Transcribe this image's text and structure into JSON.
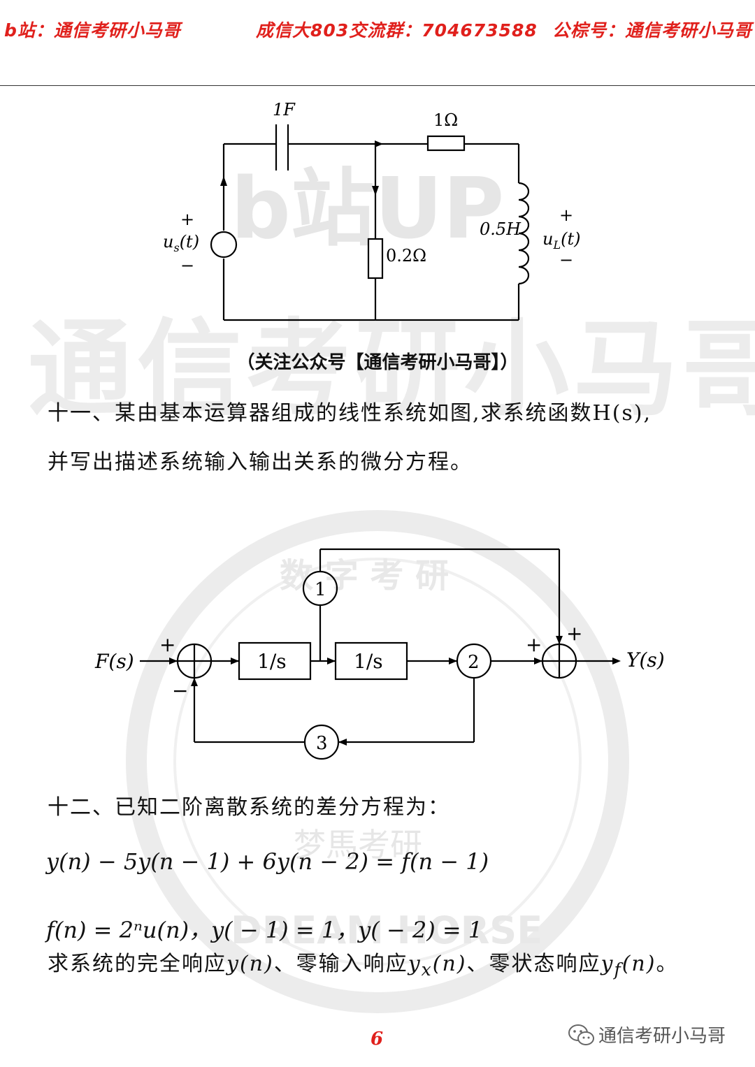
{
  "header": {
    "left": "b站：通信考研小马哥",
    "center": "成信大803交流群：704673588",
    "right": "公棕号：通信考研小马哥"
  },
  "watermark": {
    "line1": "b站UP",
    "line2": "通信考研小马哥",
    "seal_top": "数 字 考 研",
    "seal_bottom": "DREAM HORSE",
    "seal_center": "梦馬考研"
  },
  "circuit": {
    "capacitor": "1F",
    "resistor_top": "1Ω",
    "inductor": "0.5H",
    "resistor_mid": "0.2Ω",
    "source": "u",
    "source_sub": "s",
    "source_tail": "(t)",
    "load": "u",
    "load_sub": "L",
    "load_tail": "(t)",
    "plus": "+",
    "minus": "−"
  },
  "caption": "（关注公众号【通信考研小马哥】）",
  "q11": {
    "line1": "十一、某由基本运算器组成的线性系统如图,求系统函数H(s),",
    "line2": "并写出描述系统输入输出关系的微分方程。"
  },
  "block": {
    "input": "F(s)",
    "output": "Y(s)",
    "int1": "1/s",
    "int2": "1/s",
    "g1": "1",
    "g2": "2",
    "g3": "3",
    "plus": "+",
    "minus": "−"
  },
  "q12": {
    "line1": "十二、已知二阶离散系统的差分方程为：",
    "eq": "y(n) − 5y(n − 1) + 6y(n − 2) = f(n − 1)",
    "cond": "f(n) = 2ⁿu(n)，y( − 1) = 1，y( − 2) = 1",
    "ask_a": "求系统的完全响应",
    "ask_y": "y(n)",
    "ask_b": "、零输入响应",
    "ask_yx": "y",
    "ask_yx_sub": "x",
    "ask_yx_tail": "(n)",
    "ask_c": "、零状态响应",
    "ask_yf": "y",
    "ask_yf_sub": "f",
    "ask_yf_tail": "(n)",
    "ask_d": "。"
  },
  "page_number": "6",
  "footer_brand": "通信考研小马哥"
}
